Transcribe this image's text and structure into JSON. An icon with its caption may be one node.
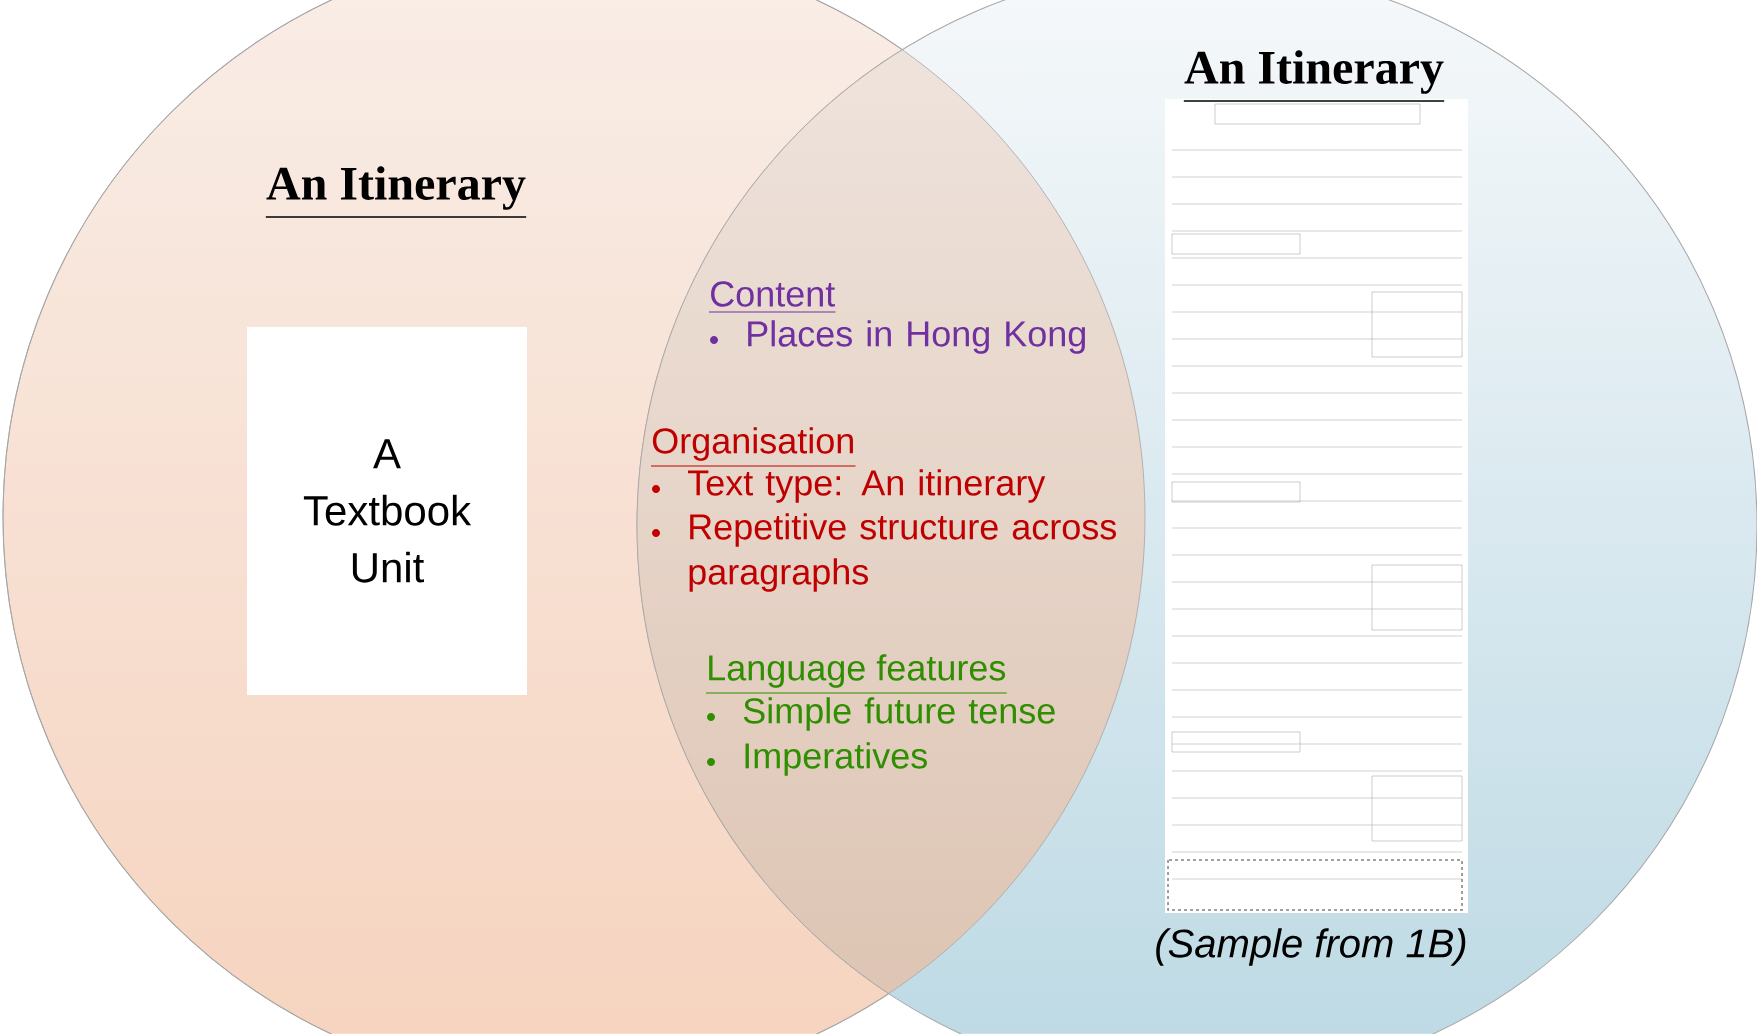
{
  "diagram": {
    "nodes": [
      {
        "text": [
          "An Itinerary"
        ]
      },
      {
        "text": [
          "A Textbook Unit"
        ],
        "in": 0
      },
      {
        "text": [
          "An Itinerary",
          "(Sample from 1B)"
        ]
      }
    ],
    "labels": [
      "Content",
      "Places in Hong Kong",
      "Organisation",
      "Text type: An itinerary",
      "Repetitive structure across paragraphs",
      "Language features",
      "Simple future tense",
      "Imperatives"
    ]
  }
}
